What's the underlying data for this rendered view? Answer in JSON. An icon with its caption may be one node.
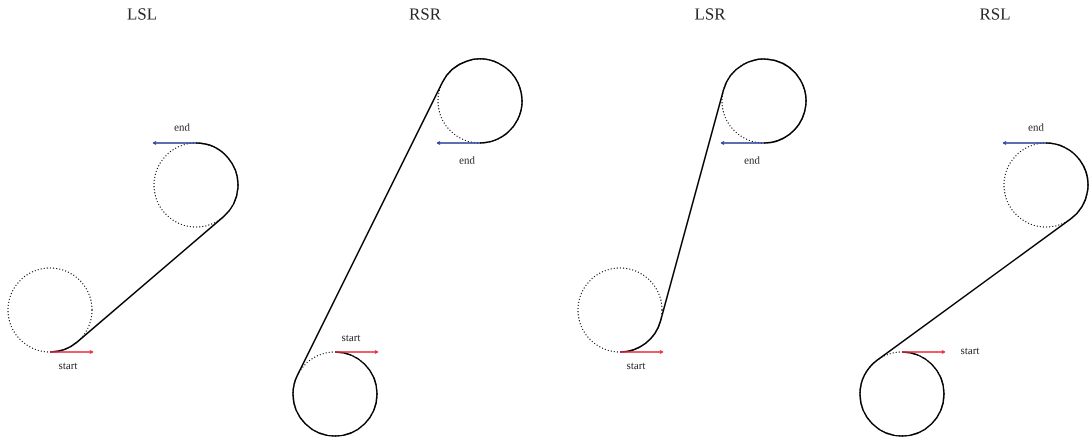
{
  "diagram": {
    "labels": [
      "LSL",
      "end",
      "start",
      "RSR",
      "start",
      "end",
      "LSR",
      "end",
      "start",
      "RSL",
      "end",
      "start"
    ]
  }
}
